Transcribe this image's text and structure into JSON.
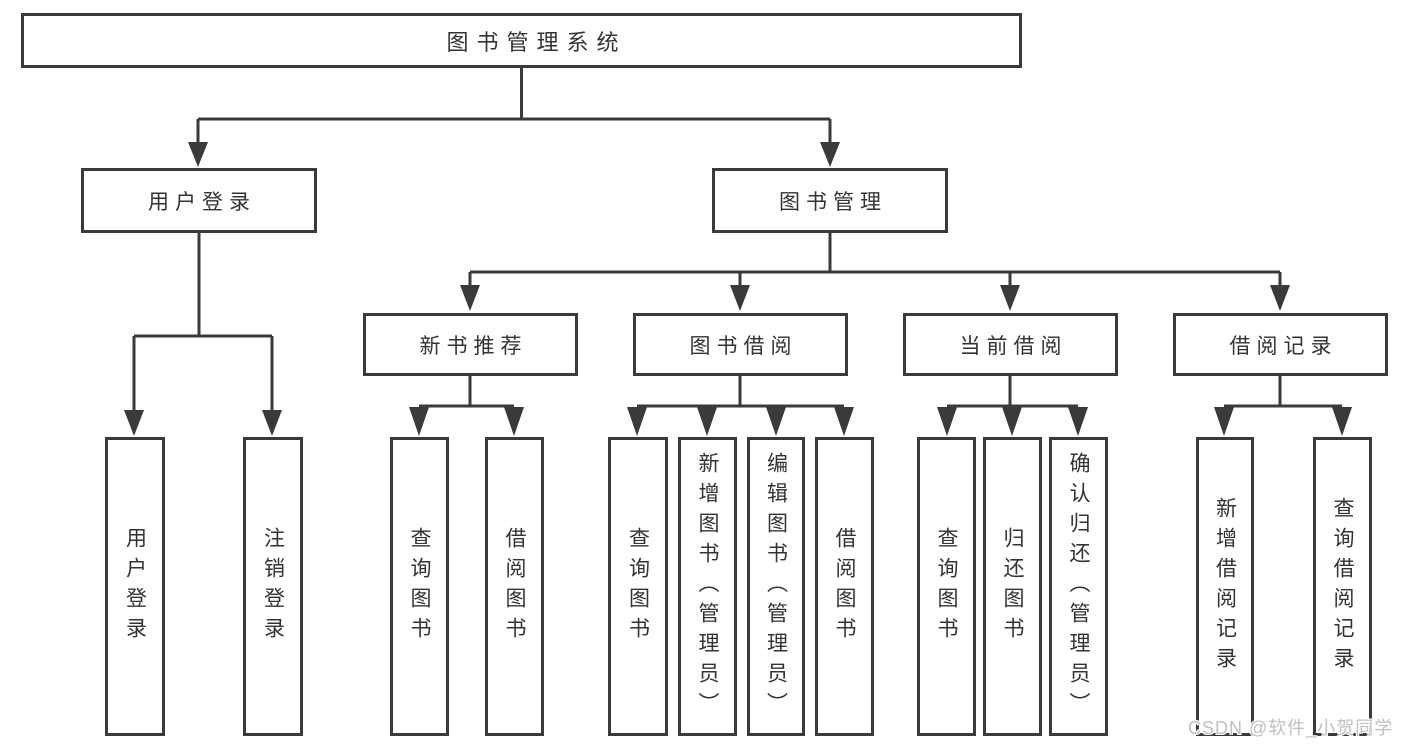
{
  "tree": {
    "label": "图书管理系统",
    "children": [
      {
        "label": "用户登录",
        "children": [
          {
            "label": "用户登录"
          },
          {
            "label": "注销登录"
          }
        ]
      },
      {
        "label": "图书管理",
        "children": [
          {
            "label": "新书推荐",
            "children": [
              {
                "label": "查询图书"
              },
              {
                "label": "借阅图书"
              }
            ]
          },
          {
            "label": "图书借阅",
            "children": [
              {
                "label": "查询图书"
              },
              {
                "label": "新增图书（管理员）"
              },
              {
                "label": "编辑图书（管理员）"
              },
              {
                "label": "借阅图书"
              }
            ]
          },
          {
            "label": "当前借阅",
            "children": [
              {
                "label": "查询图书"
              },
              {
                "label": "归还图书"
              },
              {
                "label": "确认归还（管理员）"
              }
            ]
          },
          {
            "label": "借阅记录",
            "children": [
              {
                "label": "新增借阅记录"
              },
              {
                "label": "查询借阅记录"
              }
            ]
          }
        ]
      }
    ]
  },
  "watermark": {
    "text": "CSDN @软件_小贺同学"
  },
  "colors": {
    "line": "#3a3a3a",
    "box_border": "#3a3a3a",
    "text": "#333333",
    "watermark": "#c0c0c0",
    "background": "#ffffff"
  }
}
